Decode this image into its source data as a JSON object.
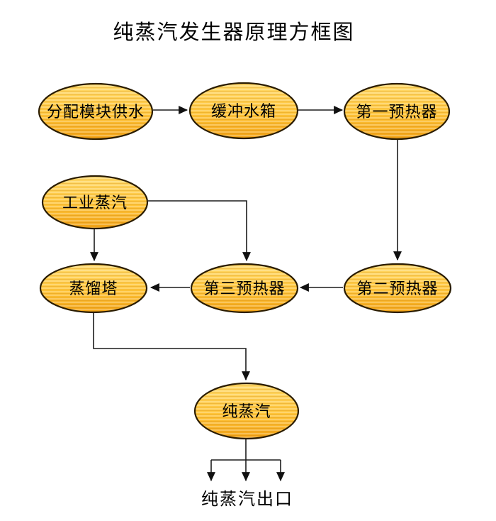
{
  "title": "纯蒸汽发生器原理方框图",
  "diagram": {
    "nodes": {
      "supply": {
        "label": "分配模块供水"
      },
      "buffer_tank": {
        "label": "缓冲水箱"
      },
      "preheater_1": {
        "label": "第一预热器"
      },
      "industrial_steam": {
        "label": "工业蒸汽"
      },
      "distillation_tower": {
        "label": "蒸馏塔"
      },
      "preheater_3": {
        "label": "第三预热器"
      },
      "preheater_2": {
        "label": "第二预热器"
      },
      "pure_steam": {
        "label": "纯蒸汽"
      }
    },
    "outlet_label": "纯蒸汽出口",
    "colors": {
      "node_fill_light": "#FFDA6B",
      "node_fill_mid": "#FFC53A",
      "node_fill_dark": "#F2A317",
      "node_outline": "#2A1C00",
      "edge": "#1C1C1C",
      "background": "#FFFFFF",
      "text": "#000000"
    }
  }
}
